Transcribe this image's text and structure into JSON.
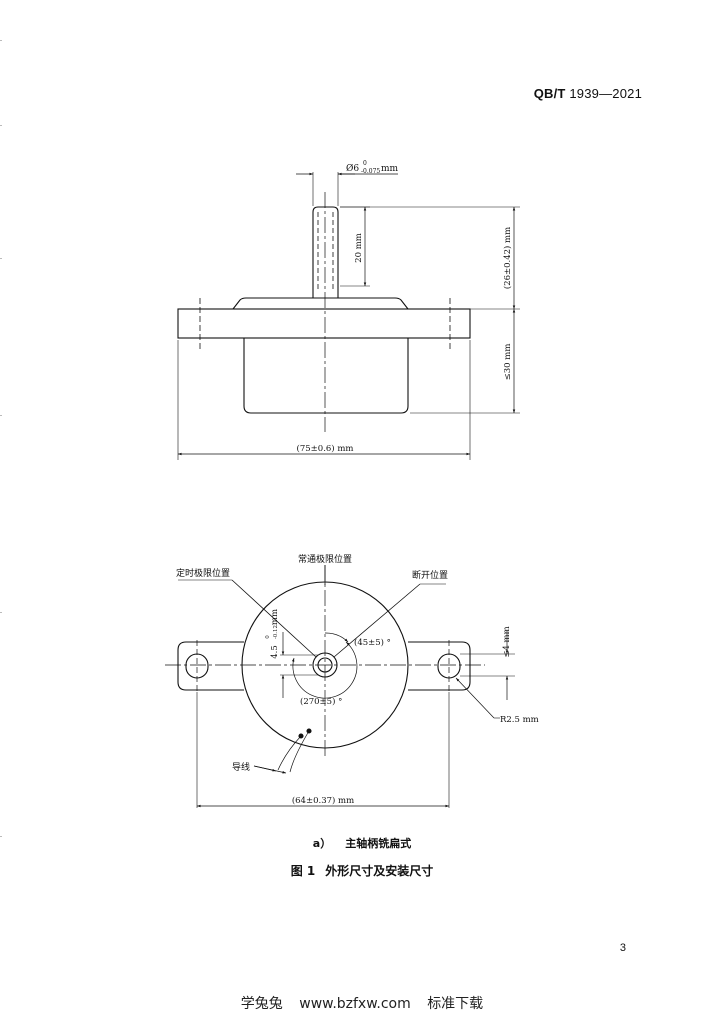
{
  "header": {
    "std_prefix": "QB/T",
    "std_number": "1939—2021"
  },
  "top_view": {
    "dim_shaft_diameter": "Ø6",
    "dim_shaft_diameter_upper": "0",
    "dim_shaft_diameter_lower": "-0.075",
    "dim_shaft_diameter_unit": "mm",
    "dim_shaft_length": "20 mm",
    "dim_height_above": "(26±0.42) mm",
    "dim_height_below": "≤30 mm",
    "dim_width": "(75±0.6) mm"
  },
  "bottom_view": {
    "label_timed_limit": "定时极限位置",
    "label_normal_limit": "常通极限位置",
    "label_off": "断开位置",
    "dim_flat": "4.5",
    "dim_flat_upper": "0",
    "dim_flat_lower": "-0.12",
    "dim_flat_unit": "mm",
    "angle_45": "(45±5) °",
    "angle_270": "(270±5) °",
    "dim_slot": "≤4 mm",
    "dim_radius": "R2.5 mm",
    "label_wires": "导线",
    "dim_hole_spacing": "(64±0.37) mm"
  },
  "captions": {
    "sub_label": "a）",
    "sub_text": "主轴柄铣扁式",
    "fig_label": "图 1",
    "fig_text": "外形尺寸及安装尺寸"
  },
  "page_number": "3",
  "footer": {
    "site_name": "学兔兔",
    "site_url": "www.bzfxw.com",
    "site_slogan": "标准下载"
  }
}
